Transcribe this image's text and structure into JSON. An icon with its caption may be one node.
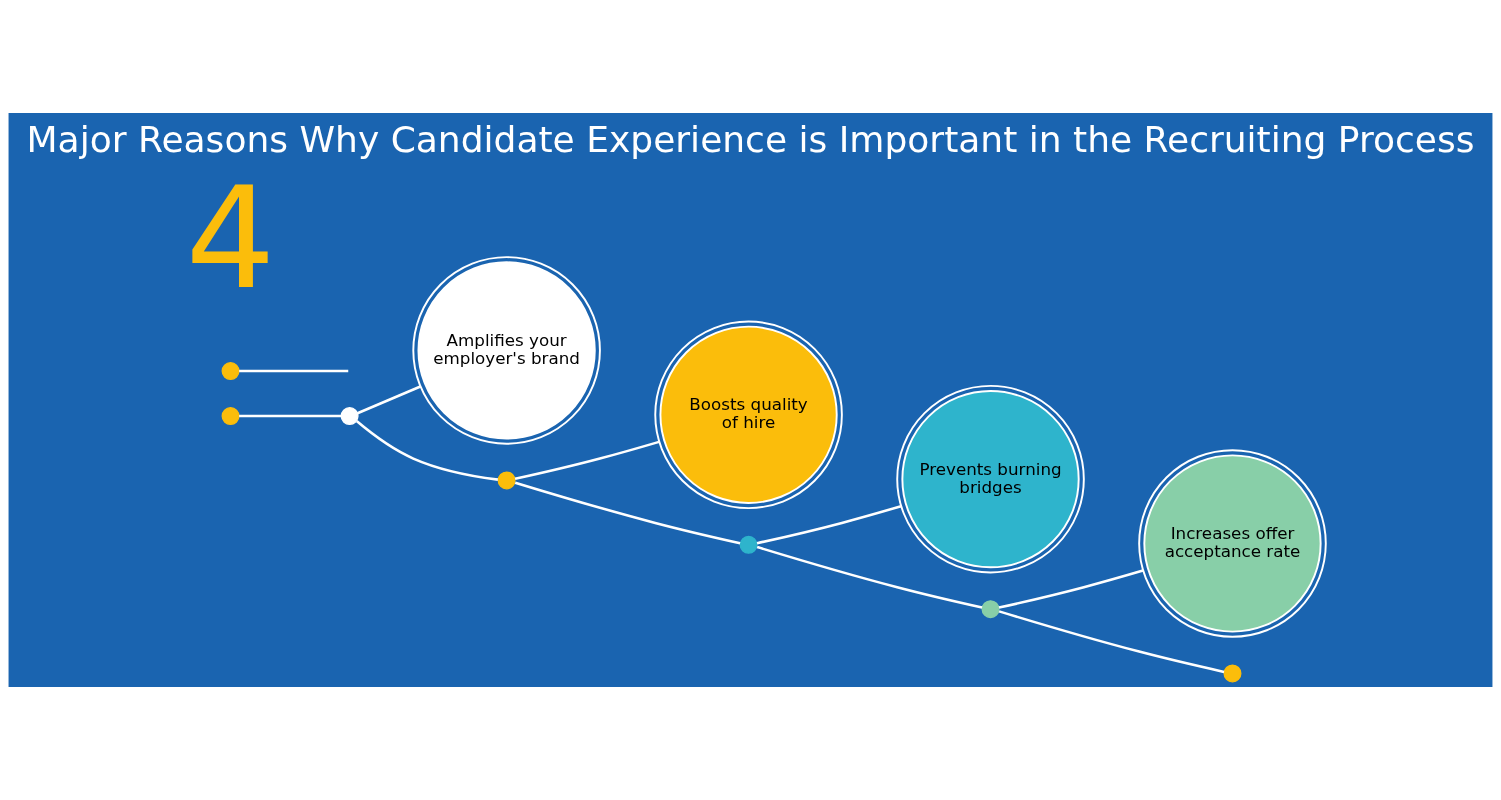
{
  "diagram": {
    "title": "Major Reasons Why Candidate Experience is Important in the Recruiting Process",
    "nodes": [
      {
        "text": [
          "Amplifies your employer's brand"
        ]
      },
      {
        "text": [
          "Boosts quality of hire"
        ]
      },
      {
        "text": [
          "Prevents burning bridges"
        ]
      },
      {
        "text": [
          "Increases offer acceptance rate"
        ]
      },
      {
        "text": [],
        "shape": "circle"
      },
      {
        "text": [],
        "shape": "circle"
      },
      {
        "text": [],
        "shape": "circle"
      },
      {
        "text": [],
        "shape": "circle"
      },
      {
        "text": [],
        "shape": "circle"
      },
      {
        "text": [],
        "shape": "circle"
      },
      {
        "text": [],
        "shape": "circle"
      }
    ],
    "edges": [
      {
        "from": 8,
        "to": 4,
        "arrow": "none"
      },
      {
        "from": 4,
        "to": 5,
        "arrow": "none"
      },
      {
        "from": 5,
        "to": 6,
        "arrow": "none"
      },
      {
        "from": 6,
        "to": 7,
        "arrow": "none"
      },
      {
        "from": 7,
        "to": 9,
        "arrow": "none"
      },
      {
        "from": 4,
        "to": 0,
        "arrow": "none"
      },
      {
        "from": 5,
        "to": 1,
        "arrow": "none"
      },
      {
        "from": 6,
        "to": 2,
        "arrow": "none"
      },
      {
        "from": 7,
        "to": 3,
        "arrow": "none"
      },
      {
        "from": 10,
        "to": null,
        "arrow": "none"
      }
    ],
    "labels": [
      "4"
    ]
  }
}
